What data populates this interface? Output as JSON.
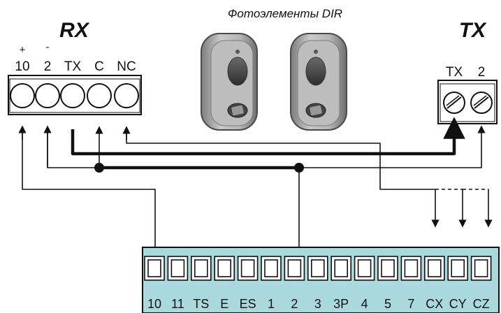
{
  "title": "Фотоэлементы DIR",
  "rx": {
    "label": "RX",
    "polarity": [
      "+",
      "-"
    ],
    "terminals": [
      "10",
      "2",
      "TX",
      "C",
      "NC"
    ]
  },
  "tx": {
    "label": "TX",
    "terminals": [
      "TX",
      "2"
    ]
  },
  "board": {
    "terminals": [
      "10",
      "11",
      "TS",
      "E",
      "ES",
      "1",
      "2",
      "3",
      "3P",
      "4",
      "5",
      "7",
      "CX",
      "CY",
      "CZ"
    ],
    "color": "#a9d9dc"
  }
}
